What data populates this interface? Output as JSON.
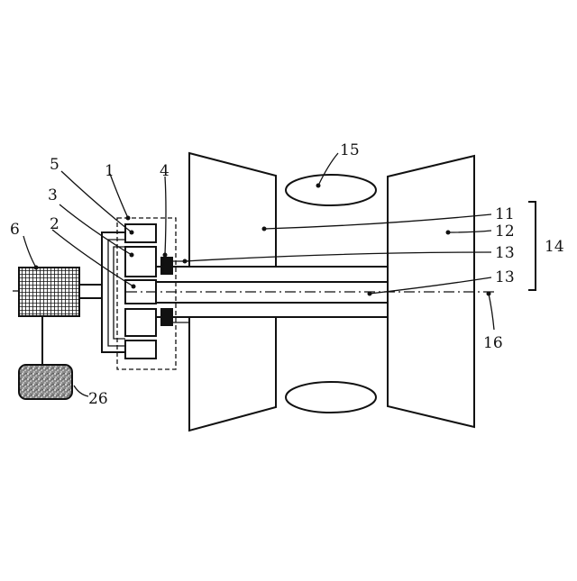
{
  "diagram": {
    "labels": {
      "l1": "1",
      "l2": "2",
      "l3": "3",
      "l4": "4",
      "l5": "5",
      "l6": "6",
      "l11": "11",
      "l12": "12",
      "l13a": "13",
      "l13b": "13",
      "l14": "14",
      "l15": "15",
      "l16": "16",
      "l26": "26"
    }
  }
}
